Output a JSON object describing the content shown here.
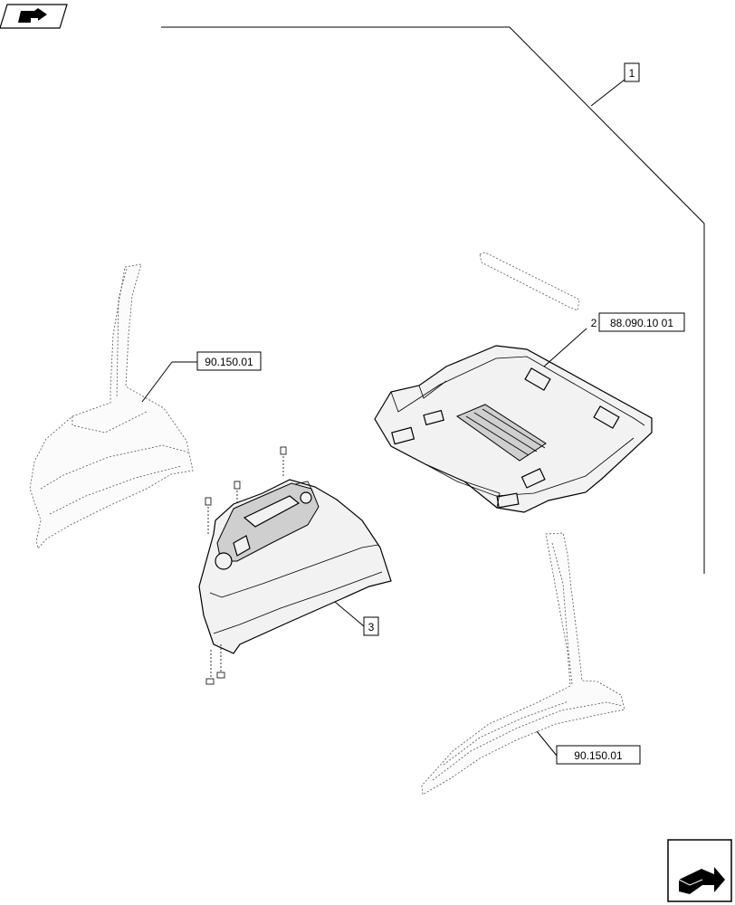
{
  "callouts": {
    "item_1": "1",
    "item_2_number": "2",
    "item_2_ref": "88.090.10 01",
    "item_3": "3",
    "ref_left": "90.150.01",
    "ref_bottom": "90.150.01"
  },
  "icons": {
    "top_left": "parts-nav-icon",
    "bottom_right": "next-page-arrow-icon"
  }
}
